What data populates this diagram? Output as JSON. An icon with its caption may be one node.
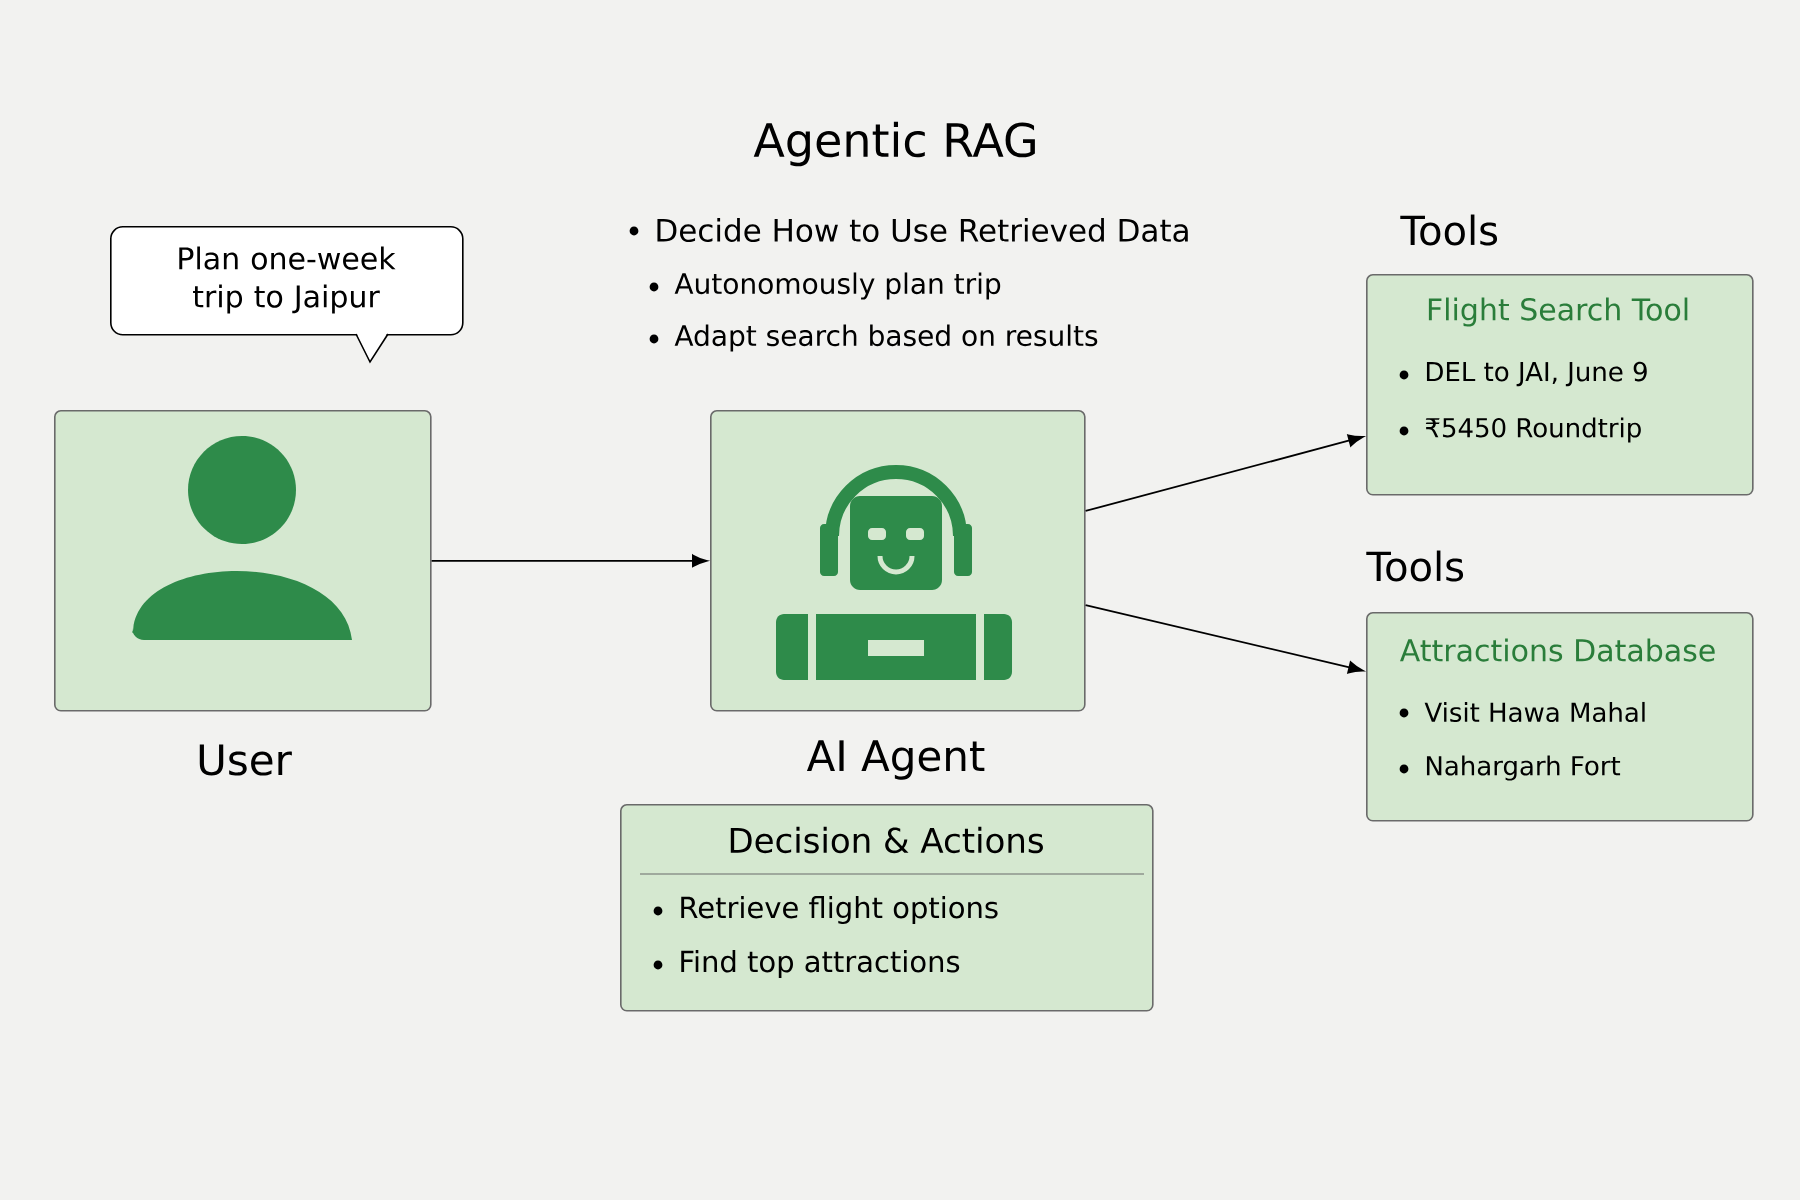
{
  "diagram": {
    "title": "Agentic RAG",
    "nodes": [
      {
        "text": [
          "Plan one-week trip to Jaipur"
        ]
      },
      {
        "text": [
          "User"
        ]
      },
      {
        "text": [
          "AI Agent"
        ]
      },
      {
        "text": [
          "Decision & Actions",
          "Retrieve flight options",
          "Find top attractions"
        ]
      },
      {
        "text": [
          "Tools",
          "Flight Search Tool",
          "DEL to JAI, June 9",
          "₹5450 Roundtrip"
        ]
      },
      {
        "text": [
          "Tools",
          "Attractions Database",
          "Visit Hawa Mahal",
          "Nahargarh Fort"
        ]
      }
    ],
    "edges": [
      {
        "from": 1,
        "to": 2,
        "arrow": "to"
      },
      {
        "from": 2,
        "to": 4,
        "arrow": "to"
      },
      {
        "from": 2,
        "to": 5,
        "arrow": "to"
      }
    ],
    "labels": [
      "Decide How to Use Retrieved Data",
      "Autonomously plan trip",
      "Adapt search based on results"
    ]
  }
}
